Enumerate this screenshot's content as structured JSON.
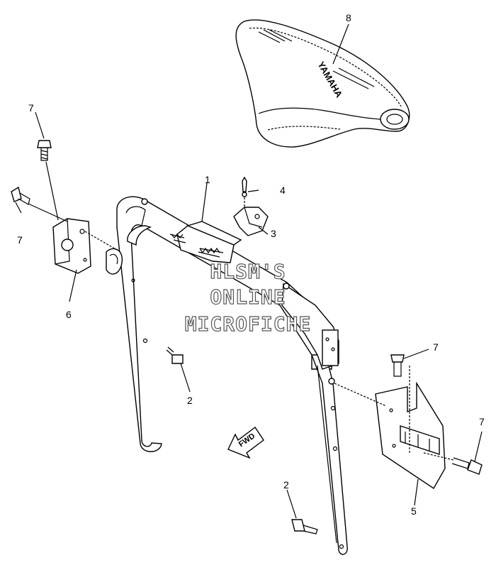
{
  "callouts": [
    {
      "text": "8"
    },
    {
      "text": "7"
    },
    {
      "text": "7"
    },
    {
      "text": "6"
    },
    {
      "text": "1"
    },
    {
      "text": "4"
    },
    {
      "text": "3"
    },
    {
      "text": "2"
    },
    {
      "text": "7"
    },
    {
      "text": "7"
    },
    {
      "text": "5"
    },
    {
      "text": "2"
    }
  ],
  "watermark": {
    "line1": "HLSM'S",
    "line2": "ONLINE",
    "line3": "MICROFICHE"
  },
  "seat_logo": "YAMAHA",
  "fwd_label": "FWD"
}
